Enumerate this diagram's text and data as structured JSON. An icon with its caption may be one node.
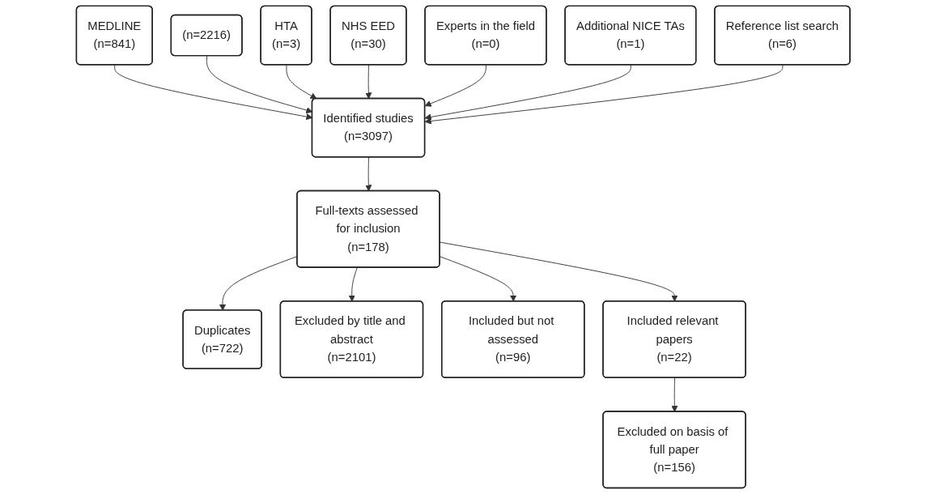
{
  "diagram": {
    "nodes": [
      {
        "text": [
          "Identified studies",
          "(n=3097)"
        ]
      },
      {
        "text": [
          "MEDLINE",
          "(n=841)"
        ]
      },
      {
        "text": [
          "(n=2216)"
        ]
      },
      {
        "text": [
          "HTA",
          "(n=3)"
        ]
      },
      {
        "text": [
          "NHS EED",
          "(n=30)"
        ]
      },
      {
        "text": [
          "Experts in the field",
          "(n=0)"
        ]
      },
      {
        "text": [
          "Additional NICE TAs",
          "(n=1)"
        ]
      },
      {
        "text": [
          "Reference list search",
          "(n=6)"
        ]
      },
      {
        "text": [
          "Full-texts assessed for inclusion",
          "(n=178)"
        ]
      },
      {
        "text": [
          "Duplicates",
          "(n=722)"
        ]
      },
      {
        "text": [
          "Excluded by title and abstract",
          "(n=2101)"
        ]
      },
      {
        "text": [
          "Included but not assessed",
          "(n=96)"
        ]
      },
      {
        "text": [
          "Included relevant papers",
          "(n=22)"
        ]
      },
      {
        "text": [
          "Excluded on basis of full paper",
          "(n=156)"
        ]
      }
    ],
    "edges": [
      {
        "from": 1,
        "to": 0,
        "arrow": "to"
      },
      {
        "from": 2,
        "to": 0,
        "arrow": "to"
      },
      {
        "from": 3,
        "to": 0,
        "arrow": "to"
      },
      {
        "from": 4,
        "to": 0,
        "arrow": "to"
      },
      {
        "from": 5,
        "to": 0,
        "arrow": "to"
      },
      {
        "from": 6,
        "to": 0,
        "arrow": "to"
      },
      {
        "from": 7,
        "to": 0,
        "arrow": "to"
      },
      {
        "from": 0,
        "to": 8,
        "arrow": "to"
      },
      {
        "from": 8,
        "to": 9,
        "arrow": "to"
      },
      {
        "from": 8,
        "to": 10,
        "arrow": "to"
      },
      {
        "from": 8,
        "to": 11,
        "arrow": "to"
      },
      {
        "from": 8,
        "to": 12,
        "arrow": "to"
      },
      {
        "from": 12,
        "to": 13,
        "arrow": "to"
      }
    ]
  }
}
